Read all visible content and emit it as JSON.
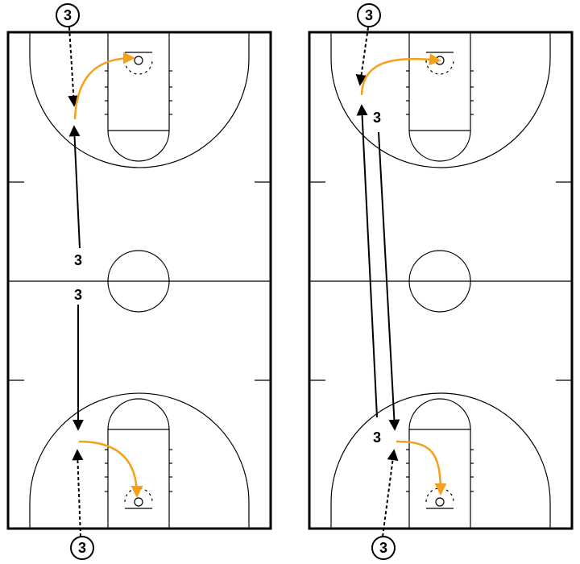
{
  "diagrams": [
    {
      "player_labels": [
        "3",
        "3",
        "3",
        "3"
      ]
    },
    {
      "player_labels": [
        "3",
        "3",
        "3",
        "3"
      ]
    }
  ],
  "colors": {
    "cut_path": "#f5a01a",
    "lines": "#000000",
    "background": "#ffffff"
  }
}
